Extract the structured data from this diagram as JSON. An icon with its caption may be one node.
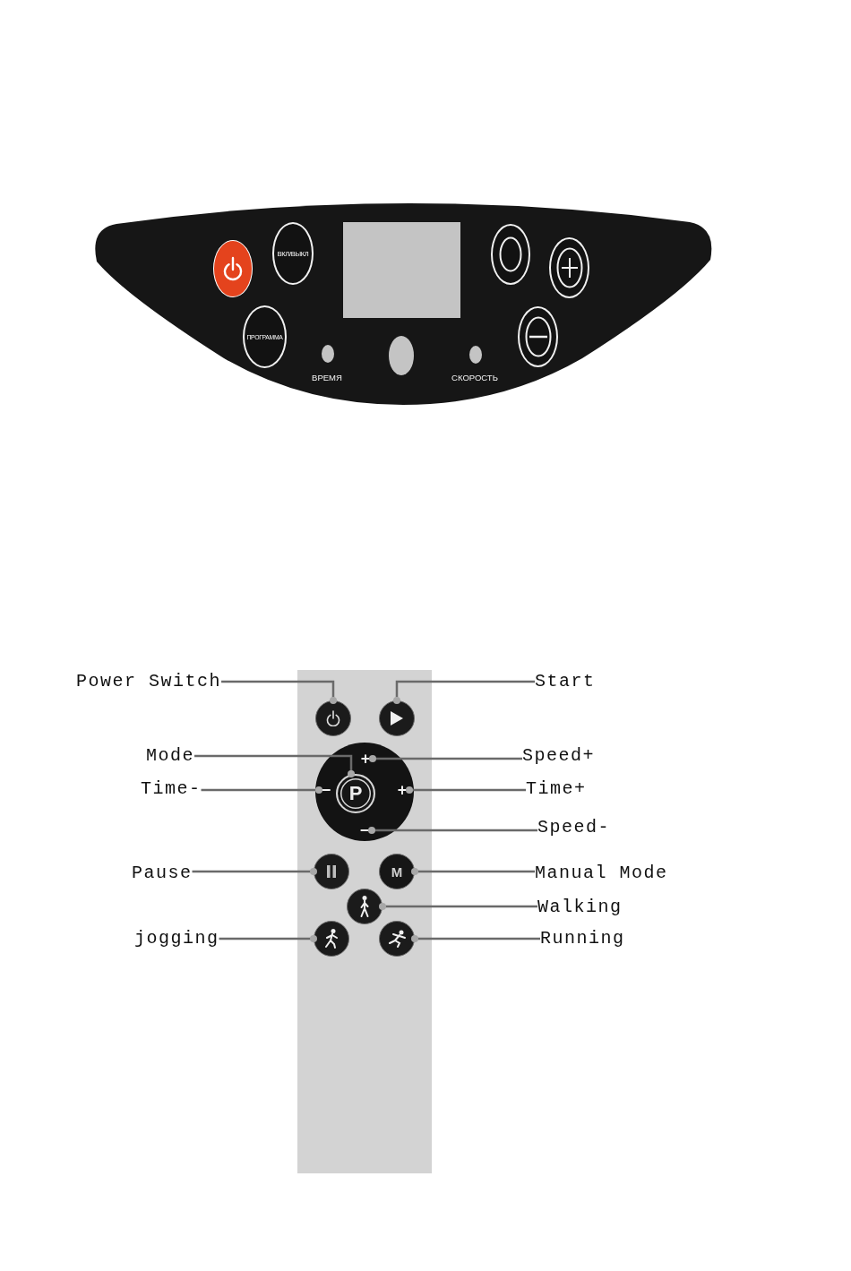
{
  "diagram": {
    "nodes": [
      {
        "text": [],
        "shape": "panel"
      },
      {
        "text": [],
        "shape": "circle",
        "in": 0
      },
      {
        "text": [
          "ВКЛ/ВЫКЛ"
        ],
        "in": 0
      },
      {
        "text": [],
        "shape": "box",
        "in": 0
      },
      {
        "text": [],
        "shape": "circle",
        "in": 0
      },
      {
        "text": [],
        "shape": "circle",
        "in": 0
      },
      {
        "text": [
          "ПРОГРАММА"
        ],
        "in": 0
      },
      {
        "text": [],
        "shape": "circle",
        "in": 0
      },
      {
        "text": [],
        "shape": "box"
      },
      {
        "text": [
          "Power Switch"
        ]
      },
      {
        "text": [
          "Start"
        ]
      },
      {
        "text": [],
        "shape": "circle",
        "in": 8
      },
      {
        "text": [],
        "shape": "circle",
        "in": 8
      },
      {
        "text": [
          "Mode"
        ]
      },
      {
        "text": [
          "Speed+"
        ]
      },
      {
        "text": [],
        "shape": "circle",
        "in": 8
      },
      {
        "text": [
          "+"
        ],
        "in": 15
      },
      {
        "text": [
          "Time-"
        ]
      },
      {
        "text": [
          "Time+"
        ]
      },
      {
        "text": [
          "−"
        ],
        "in": 15
      },
      {
        "text": [
          "P"
        ],
        "in": 15
      },
      {
        "text": [
          "+"
        ],
        "in": 15
      },
      {
        "text": [
          "−"
        ],
        "in": 15
      },
      {
        "text": [
          "Speed-"
        ]
      },
      {
        "text": [
          "Pause"
        ]
      },
      {
        "text": [
          "Manual Mode"
        ]
      },
      {
        "text": [],
        "shape": "circle",
        "in": 8
      },
      {
        "text": [
          "M"
        ],
        "in": 8
      },
      {
        "text": [],
        "shape": "circle",
        "in": 8
      },
      {
        "text": [
          "Walking"
        ]
      },
      {
        "text": [
          "jogging"
        ]
      },
      {
        "text": [],
        "shape": "circle",
        "in": 8
      },
      {
        "text": [],
        "shape": "circle",
        "in": 8
      },
      {
        "text": [
          "Running"
        ]
      }
    ],
    "edges": [
      {
        "from": 9,
        "to": 11,
        "arrow": "other"
      },
      {
        "from": 10,
        "to": 12,
        "arrow": "other"
      },
      {
        "from": 13,
        "to": 20,
        "arrow": "other"
      },
      {
        "from": 14,
        "to": 16,
        "arrow": "other"
      },
      {
        "from": 17,
        "to": 19,
        "arrow": "other"
      },
      {
        "from": 18,
        "to": 21,
        "arrow": "other"
      },
      {
        "from": 23,
        "to": 22,
        "arrow": "other"
      },
      {
        "from": 24,
        "to": 26,
        "arrow": "other"
      },
      {
        "from": 25,
        "to": 27,
        "arrow": "other"
      },
      {
        "from": 29,
        "to": 28,
        "arrow": "other"
      },
      {
        "from": 30,
        "to": 31,
        "arrow": "other"
      },
      {
        "from": 33,
        "to": 32,
        "arrow": "other"
      }
    ],
    "labels": [
      "ВРЕМЯ",
      "СКОРОСТЬ"
    ]
  }
}
